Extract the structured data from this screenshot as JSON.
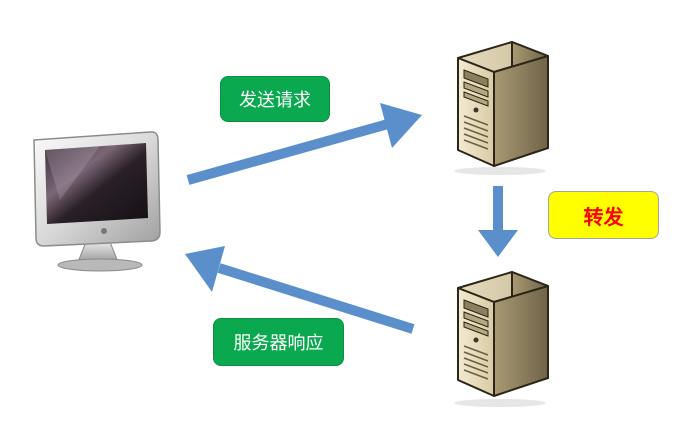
{
  "labels": {
    "send_request": "发送请求",
    "forward": "转发",
    "server_response": "服务器响应"
  },
  "icons": {
    "client": "desktop-computer-icon",
    "server_primary": "server-tower-icon",
    "server_secondary": "server-tower-icon"
  },
  "colors": {
    "arrow": "#5b8fcc",
    "label_green_bg": "#0aa84f",
    "label_green_text": "#ffffff",
    "label_yellow_bg": "#ffff00",
    "label_yellow_text": "#ff0000"
  }
}
